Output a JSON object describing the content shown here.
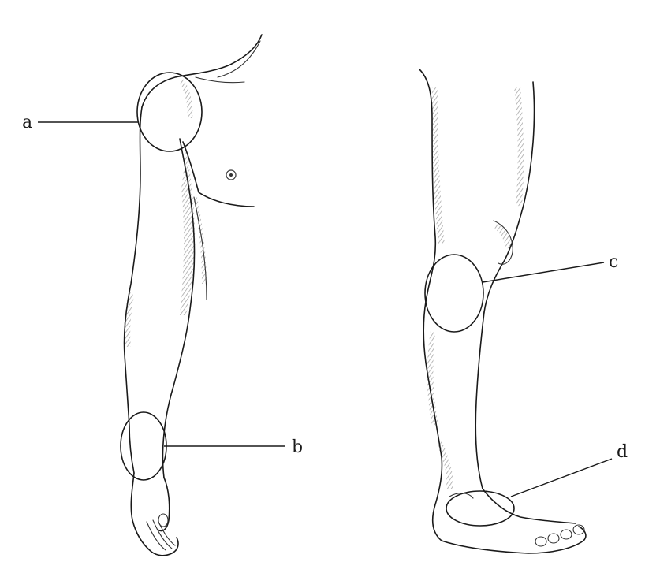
{
  "labels": {
    "a": "a",
    "b": "b",
    "c": "c",
    "d": "d"
  }
}
